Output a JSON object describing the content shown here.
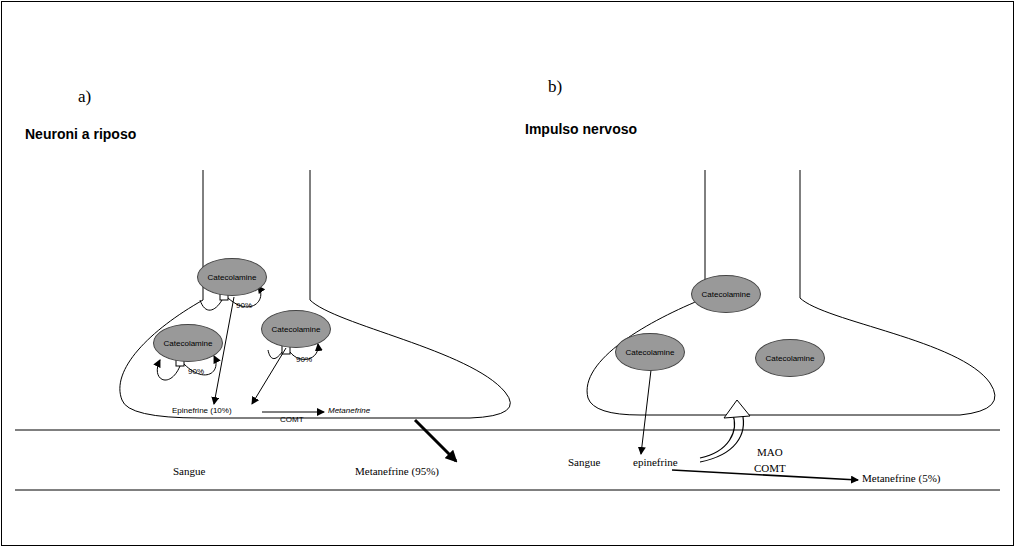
{
  "diagram": {
    "nodes": [
      {
        "text": [
          "Catecolamine"
        ]
      },
      {
        "text": [
          "Catecolamine"
        ]
      },
      {
        "text": [
          "Catecolamine"
        ]
      },
      {
        "text": [
          "Catecolamine"
        ]
      },
      {
        "text": [
          "Catecolamine"
        ]
      },
      {
        "text": [
          "Catecolamine"
        ]
      }
    ],
    "labels": [
      "a)",
      "b)",
      "Neuroni a riposo",
      "Impulso nervoso",
      "90%",
      "90%",
      "90%",
      "Epinefrine (10%)",
      "COMT",
      "Metanefrine",
      "Sangue",
      "Metanefrine (95%)",
      "Sangue",
      "epinefrine",
      "MAO",
      "COMT",
      "Metanefrine (5%)"
    ]
  }
}
